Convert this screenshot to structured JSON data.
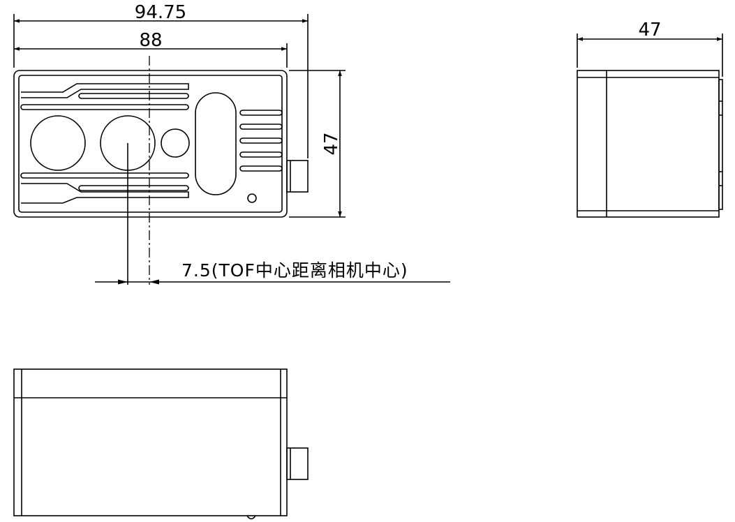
{
  "dimensions": {
    "overall_width": "94.75",
    "body_width": "88",
    "height": "47",
    "depth": "47",
    "offset_note": "7.5(TOF中心距离相机中心)"
  },
  "views": [
    "front-view",
    "side-view",
    "top-view"
  ],
  "colors": {
    "line": "#000000",
    "background": "#ffffff"
  }
}
